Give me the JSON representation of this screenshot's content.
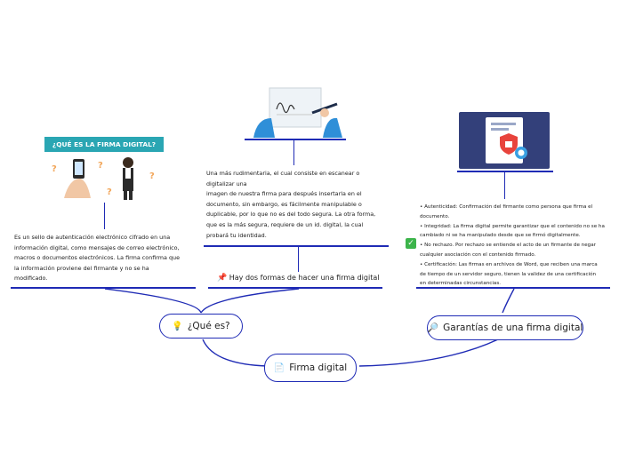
{
  "root": {
    "label": "Firma digital",
    "icon": "document-icon"
  },
  "left": {
    "label": "¿Qué es?",
    "icon": "lightbulb-icon",
    "image_banner": "¿QUÉ ES LA FIRMA DIGITAL?",
    "text": "Es un sello de autenticación electrónico cifrado en una información digital, como mensajes de correo electrónico, macros o documentos electrónicos. La firma confirma que la información proviene del firmante y no se ha modificado."
  },
  "middle": {
    "label": "Hay dos formas de hacer una firma digital",
    "icon": "pin-icon",
    "text_lines": [
      "Una más rudimentaria, el cual consiste en escanear o",
      "digitalizar una",
      "imagen de nuestra firma para después insertarla en el",
      "documento, sin embargo, es fácilmente manipulable o",
      "duplicable, por lo que no es del todo segura. La otra forma,",
      "que es la más segura, requiere de un id. digital, la cual",
      "probará tu identidad."
    ]
  },
  "right": {
    "label": "Garantías de una firma digital",
    "icon": "magnifier-icon",
    "check_icon": "checkmark-icon",
    "text_lines": [
      "• Autenticidad: Confirmación del firmante como persona que firma el",
      "documento.",
      "• Integridad: La firma digital permite garantizar que el contenido no se ha",
      "cambiado ni se ha manipulado desde que se firmó digitalmente.",
      "• No rechazo. Por rechazo se entiende el acto de un firmante de negar",
      "cualquier asociación con el contenido firmado.",
      "• Certificación: Las firmas en archivos de Word, que reciben una marca",
      "de tiempo de un servidor seguro, tienen la validez de una certificación",
      "en determinadas circunstancias."
    ]
  },
  "colors": {
    "accent": "#1f2bb5",
    "banner": "#2aa6b3",
    "card_dark": "#33407a"
  }
}
